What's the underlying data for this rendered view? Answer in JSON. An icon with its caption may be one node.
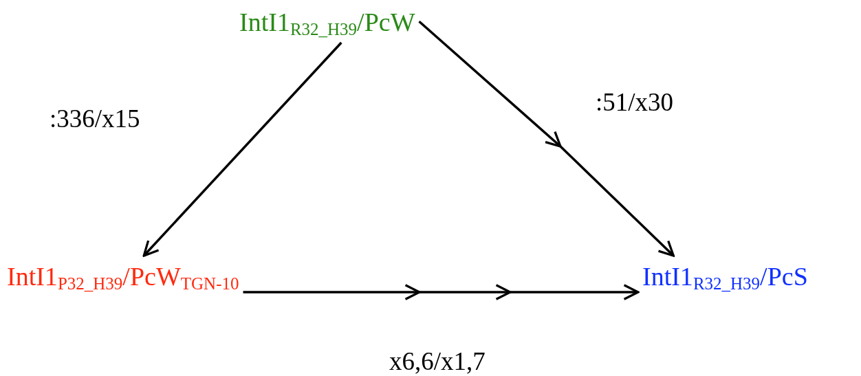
{
  "diagram": {
    "nodes": [
      {
        "text": [
          "IntI1$_{R32_H39}$/PcW"
        ]
      },
      {
        "text": [
          "IntI1$_{P32_H39}$/PcW$_{TGN-10}$"
        ]
      },
      {
        "text": [
          "IntI1$_{R32_H39}$/PcS"
        ]
      }
    ],
    "edges": [
      {
        "from": 0,
        "to": 1,
        "arrow": "to",
        "label": ":336/x15"
      },
      {
        "from": 0,
        "to": 2,
        "arrow": "to",
        "label": ":51/x30"
      },
      {
        "from": 1,
        "to": 2,
        "arrow": "to",
        "label": "x6,6/x1,7"
      }
    ]
  }
}
